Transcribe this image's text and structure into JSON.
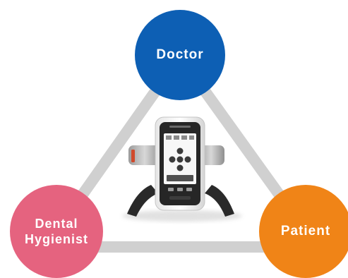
{
  "roles": {
    "doctor": {
      "label": "Doctor",
      "color": "#0d5fb4"
    },
    "hygienist": {
      "label": "Dental\nHygienist",
      "color": "#e5637f"
    },
    "patient": {
      "label": "Patient",
      "color": "#f08417"
    }
  },
  "connector_color": "#d0d0d0",
  "device": {
    "icon": "handheld-dental-device-icon"
  }
}
